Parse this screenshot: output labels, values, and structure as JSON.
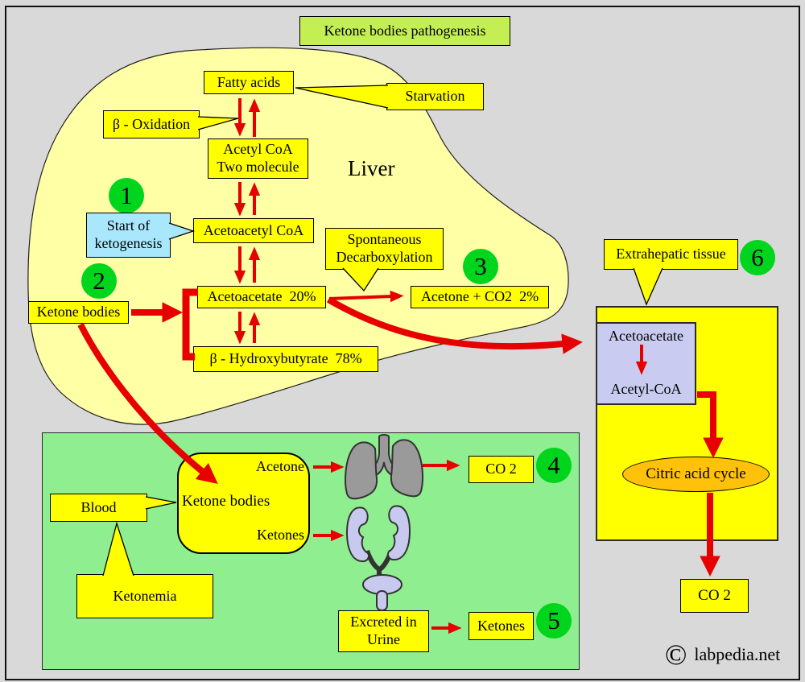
{
  "title": "Ketone bodies pathogenesis",
  "colors": {
    "background": "#d9d9d9",
    "liver_fill": "#ffffa6",
    "node_yellow": "#ffff00",
    "title_green": "#c4ef53",
    "badge_green": "#00d51e",
    "callout_cyan": "#a8e7fc",
    "lavender": "#c9cbf0",
    "panel_green": "#8fee90",
    "citric_orange": "#ffc10a",
    "arrow_red": "#e60000",
    "lungs_gray": "#9a9a9a",
    "kidney_purple": "#c7c9ef"
  },
  "step_badges": {
    "step1": "1",
    "step2": "2",
    "step3": "3",
    "step4": "4",
    "step5": "5",
    "step6": "6"
  },
  "liver": {
    "region_label": "Liver",
    "fatty_acids": "Fatty acids",
    "starvation": "Starvation",
    "beta_oxidation": "β - Oxidation",
    "acetyl_coa_line1": "Acetyl CoA",
    "acetyl_coa_line2": "Two molecule",
    "ketogenesis_line1": "Start of",
    "ketogenesis_line2": "ketogenesis",
    "acetoacetyl_coa": "Acetoacetyl CoA",
    "spontaneous_line1": "Spontaneous",
    "spontaneous_line2": "Decarboxylation",
    "acetoacetate": "Acetoacetate",
    "acetoacetate_pct": "20%",
    "acetone_co2": "Acetone + CO2",
    "acetone_co2_pct": "2%",
    "hydroxybutyrate": "β - Hydroxybutyrate",
    "hydroxybutyrate_pct": "78%",
    "ketone_bodies": "Ketone bodies"
  },
  "extrahepatic": {
    "callout": "Extrahepatic tissue",
    "acetoacetate": "Acetoacetate",
    "acetyl_coa": "Acetyl-CoA",
    "citric_acid_cycle": "Citric acid cycle",
    "co2": "CO 2"
  },
  "blood_panel": {
    "blood": "Blood",
    "ketonemia": "Ketonemia",
    "ketone_bodies": "Ketone bodies",
    "acetone": "Acetone",
    "ketones_label": "Ketones",
    "lungs_co2": "CO 2",
    "excreted_line1": "Excreted in",
    "excreted_line2": "Urine",
    "excreted_ketones": "Ketones"
  },
  "footer": {
    "copyright_symbol": "©",
    "site": "labpedia.net"
  }
}
